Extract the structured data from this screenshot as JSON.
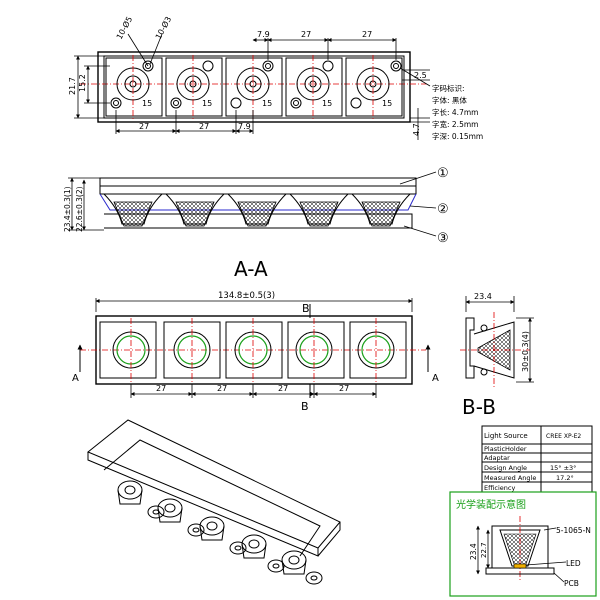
{
  "top_view": {
    "hole_callout_1": "10-Ø5",
    "hole_callout_2": "10-Ø3",
    "dims_top": [
      "7.9",
      "27",
      "27"
    ],
    "dims_bottom": [
      "27",
      "27",
      "7.9"
    ],
    "dims_left": [
      "21.7",
      "15.2"
    ],
    "dim_right_top": "2.5",
    "dim_right_bottom": "4.7",
    "lens_mark": "15"
  },
  "font_notes": {
    "title": "字码标识:",
    "lines": [
      "字体: 黑体",
      "字长: 4.7mm",
      "字宽: 2.5mm",
      "字深: 0.15mm"
    ]
  },
  "section_aa": {
    "dims": [
      "23.4±0.3(1)",
      "22.6±0.3(2)"
    ],
    "callouts": [
      "①",
      "②",
      "③"
    ],
    "label": "A-A"
  },
  "front_view": {
    "overall_length": "134.8±0.5(3)",
    "pitch_labels": [
      "27",
      "27",
      "27",
      "27"
    ],
    "section_mark": "B",
    "arrow_label": "A"
  },
  "section_bb": {
    "width_dim": "23.4",
    "height_dim": "30±0.3(4)",
    "label": "B-B"
  },
  "spec_table": {
    "rows": [
      {
        "label": "Light Source",
        "value": "CREE XP-E2"
      },
      {
        "label": "PlasticHolder",
        "value": ""
      },
      {
        "label": "Adaptar",
        "value": ""
      },
      {
        "label": "Design Angle",
        "value": "15° ±3°"
      },
      {
        "label": "Measured Angle",
        "value": "17.2°"
      },
      {
        "label": "Efficiency",
        "value": ""
      }
    ]
  },
  "assembly": {
    "title": "光学装配示意图",
    "part_no": "5-1065-N",
    "dims": [
      "23.4",
      "22.7"
    ],
    "led_label": "LED",
    "pcb_label": "PCB"
  },
  "colors": {
    "red_centerline": "#e00000",
    "blue_outline": "#2a2acc",
    "green_frame": "#1aa01a"
  }
}
